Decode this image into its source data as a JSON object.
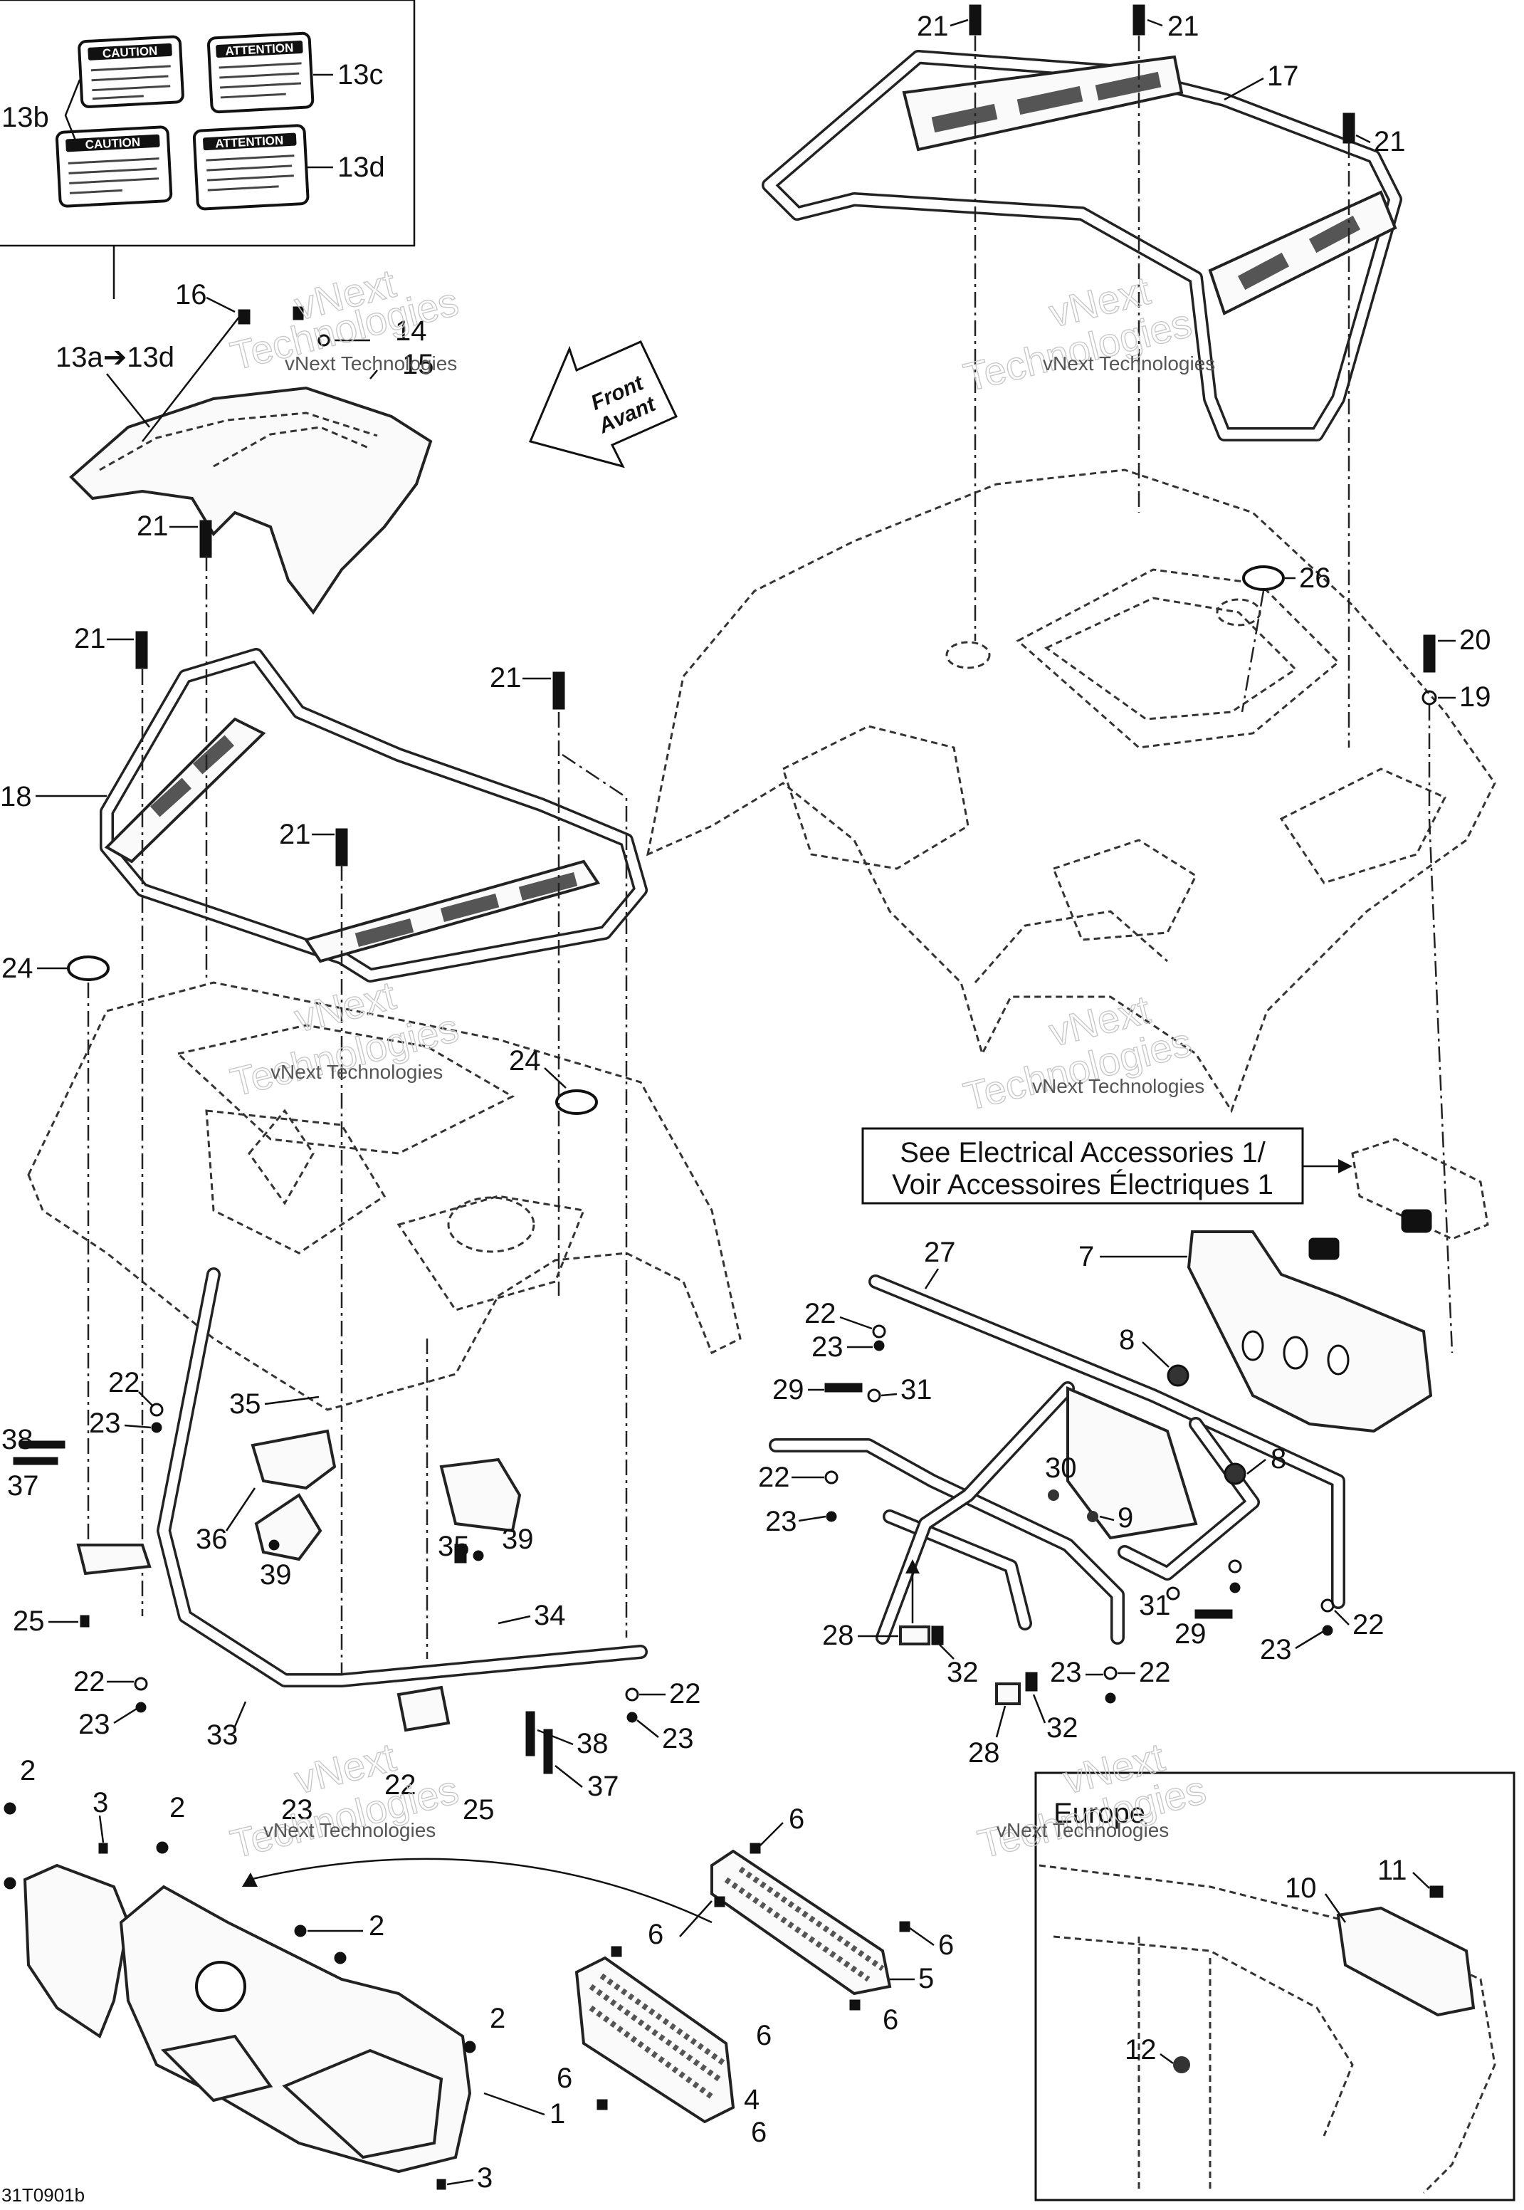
{
  "labels": {
    "l13b": "13b",
    "l13c": "13c",
    "l13d": "13d",
    "l13a_13d": "13a➔13d",
    "l16": "16",
    "l14": "14",
    "l15": "15",
    "l21a": "21",
    "l21b": "21",
    "l21c": "21",
    "l21d": "21",
    "l21e": "21",
    "l21f": "21",
    "l21g": "21",
    "l17": "17",
    "l26": "26",
    "l20": "20",
    "l19": "19",
    "l18": "18",
    "l24a": "24",
    "l24b": "24",
    "l27": "27",
    "l7": "7",
    "l8a": "8",
    "l8b": "8",
    "l22a": "22",
    "l23a": "23",
    "l29a": "29",
    "l31a": "31",
    "l22b": "22",
    "l23b": "23",
    "l30": "30",
    "l9": "9",
    "l22c": "22",
    "l23c": "23",
    "l35a": "35",
    "l38a": "38",
    "l37a": "37",
    "l36": "36",
    "l39a": "39",
    "l35b": "35",
    "l39b": "39",
    "l34": "34",
    "l25a": "25",
    "l22d": "22",
    "l23d": "23",
    "l22e": "22",
    "l23e": "23",
    "l33": "33",
    "l38b": "38",
    "l37b": "37",
    "l22f": "22",
    "l23f": "23",
    "l25b": "25",
    "l28a": "28",
    "l32a": "32",
    "l31b": "31",
    "l29b": "29",
    "l23g": "23",
    "l22g": "22",
    "l23h": "23",
    "l22h": "22",
    "l32b": "32",
    "l28b": "28",
    "l2a": "2",
    "l3a": "3",
    "l2b": "2",
    "l2c": "2",
    "l2d": "2",
    "l3b": "3",
    "l1": "1",
    "l6a": "6",
    "l6b": "6",
    "l6c": "6",
    "l6d": "6",
    "l6e": "6",
    "l6f": "6",
    "l5": "5",
    "l4": "4",
    "l10": "10",
    "l11": "11",
    "l12": "12"
  },
  "front_arrow": {
    "line1": "Front",
    "line2": "Avant"
  },
  "decals": {
    "caution": "CAUTION",
    "attention": "ATTENTION"
  },
  "see_box": {
    "line1": "See Electrical Accessories 1/",
    "line2": "Voir Accessoires Électriques 1"
  },
  "europe_box": {
    "title": "Europe"
  },
  "watermarks": {
    "line1": "vNext",
    "line2": "Technologies",
    "small": "vNext Technologies"
  },
  "drawing_code": "31T0901b"
}
